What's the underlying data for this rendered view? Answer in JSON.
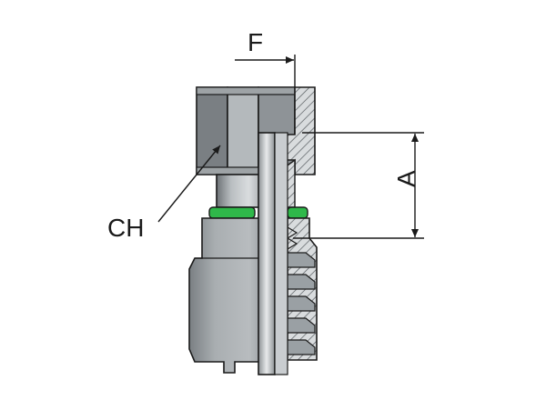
{
  "labels": {
    "f": "F",
    "a": "A",
    "ch": "CH"
  },
  "colors": {
    "steel_dark": "#6d7276",
    "steel_mid": "#9aa0a4",
    "steel_light": "#c4c9cc",
    "steel_highlight": "#e2e5e7",
    "seal_green": "#2fb84a",
    "line": "#1a1a1a",
    "hatch": "#555a5e"
  }
}
